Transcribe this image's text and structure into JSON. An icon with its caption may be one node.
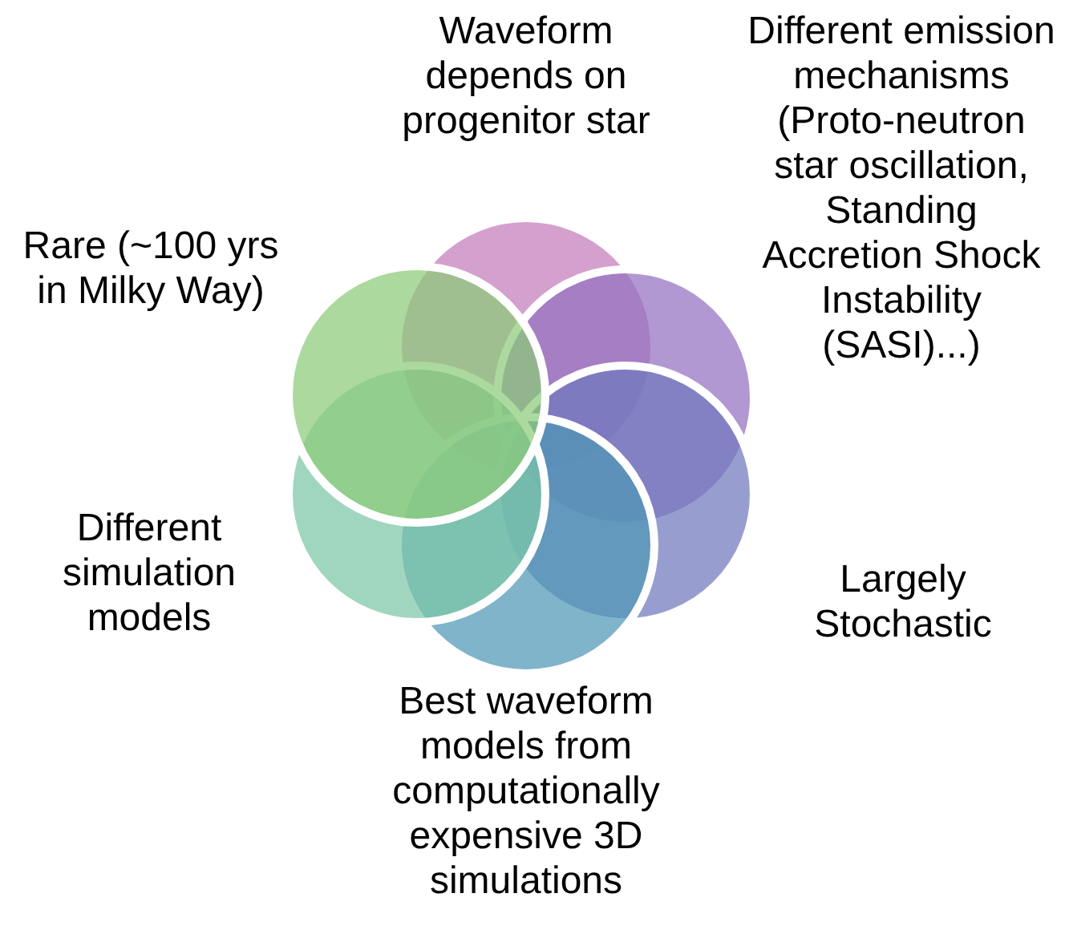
{
  "diagram": {
    "nodes": [
      {
        "text": [],
        "shape": "circle",
        "beside": [
          "Waveform depends on progenitor star"
        ]
      },
      {
        "text": [],
        "shape": "circle",
        "beside": [
          "Different emission mechanisms (Proto-neutron star oscillation, Standing Accretion Shock Instability (SASI)...)"
        ]
      },
      {
        "text": [],
        "shape": "circle",
        "beside": [
          "Largely Stochastic"
        ]
      },
      {
        "text": [],
        "shape": "circle",
        "beside": [
          "Best waveform models from computationally expensive 3D simulations"
        ]
      },
      {
        "text": [],
        "shape": "circle",
        "beside": [
          "Different simulation models"
        ]
      },
      {
        "text": [],
        "shape": "circle",
        "beside": [
          "Rare (~100 yrs in Milky Way)"
        ]
      }
    ]
  }
}
